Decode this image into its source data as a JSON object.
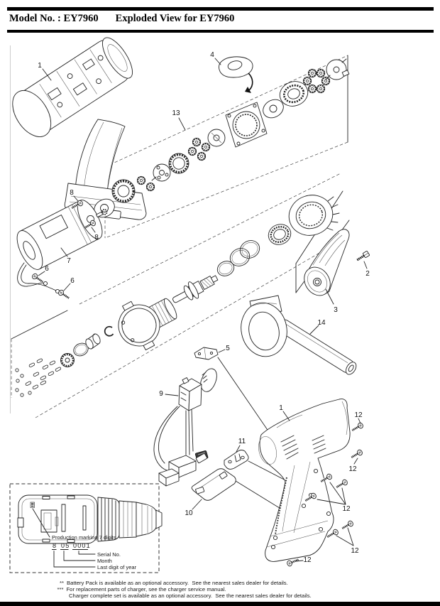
{
  "header": {
    "model_label": "Model No. : EY7960",
    "view_label": "Exploded View for EY7960"
  },
  "diagram": {
    "labels": [
      {
        "text": "1"
      },
      {
        "text": "4"
      },
      {
        "text": "13"
      },
      {
        "text": "8"
      },
      {
        "text": "8"
      },
      {
        "text": "7"
      },
      {
        "text": "6"
      },
      {
        "text": "6"
      },
      {
        "text": "2"
      },
      {
        "text": "3"
      },
      {
        "text": "14"
      },
      {
        "text": "5"
      },
      {
        "text": "9"
      },
      {
        "text": "11"
      },
      {
        "text": "10"
      },
      {
        "text": "1"
      },
      {
        "text": "12"
      },
      {
        "text": "12"
      },
      {
        "text": "12"
      },
      {
        "text": "12"
      },
      {
        "text": "12"
      }
    ]
  },
  "inset": {
    "production_marking_label": "Production marking 7 digits",
    "code_digit_year": "8",
    "code_month": "05",
    "code_serial": "0001",
    "serial_label": "Serial No.",
    "month_label": "Month",
    "year_label": "Last digit of year"
  },
  "footnotes": {
    "note1_prefix": "**",
    "note1": "Battery Pack is available as an optional accessory.  See the nearest sales dealer for details.",
    "note2_prefix": "***",
    "note2": "For replacement parts of charger, see the charger service manual.",
    "note3": "Charger complete set is available as an optional accessory.  See the nearest sales dealer for details."
  },
  "colors": {
    "ink": "#111111",
    "paper": "#ffffff"
  }
}
